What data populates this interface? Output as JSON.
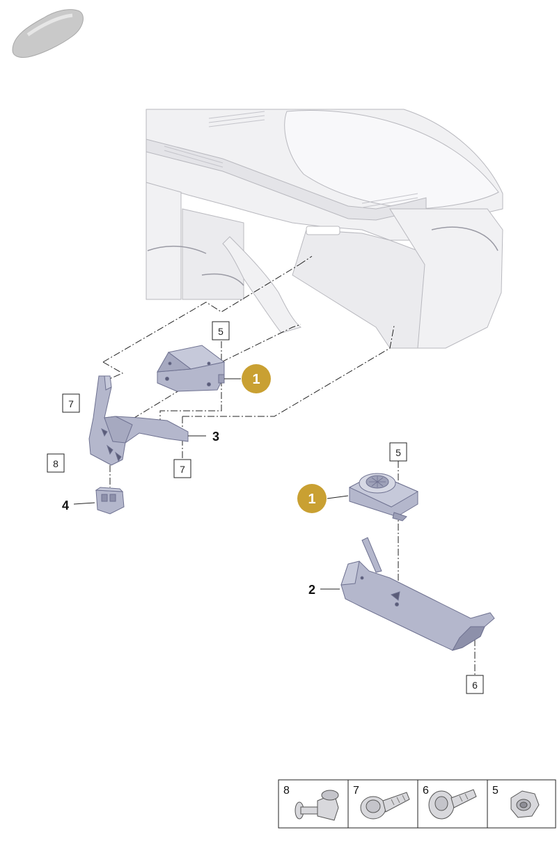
{
  "callouts": {
    "part_1_top": "1",
    "part_1_bottom": "1",
    "part_2": "2",
    "part_3": "3",
    "part_4": "4",
    "box_5_top": "5",
    "box_5_right": "5",
    "box_6": "6",
    "box_7_upper": "7",
    "box_7_lower": "7",
    "box_8": "8"
  },
  "legend": [
    {
      "number": "8",
      "icon": "expanding-rivet-icon"
    },
    {
      "number": "7",
      "icon": "flange-screw-icon"
    },
    {
      "number": "6",
      "icon": "washer-screw-icon"
    },
    {
      "number": "5",
      "icon": "hex-flange-nut-icon"
    }
  ],
  "colors": {
    "badge_fill": "#C9A032",
    "part_fill": "#B4B7CC",
    "part_stroke": "#6E7190",
    "context_fill": "#F1F1F3",
    "context_stroke": "#B8B8BE",
    "line": "#222222"
  }
}
